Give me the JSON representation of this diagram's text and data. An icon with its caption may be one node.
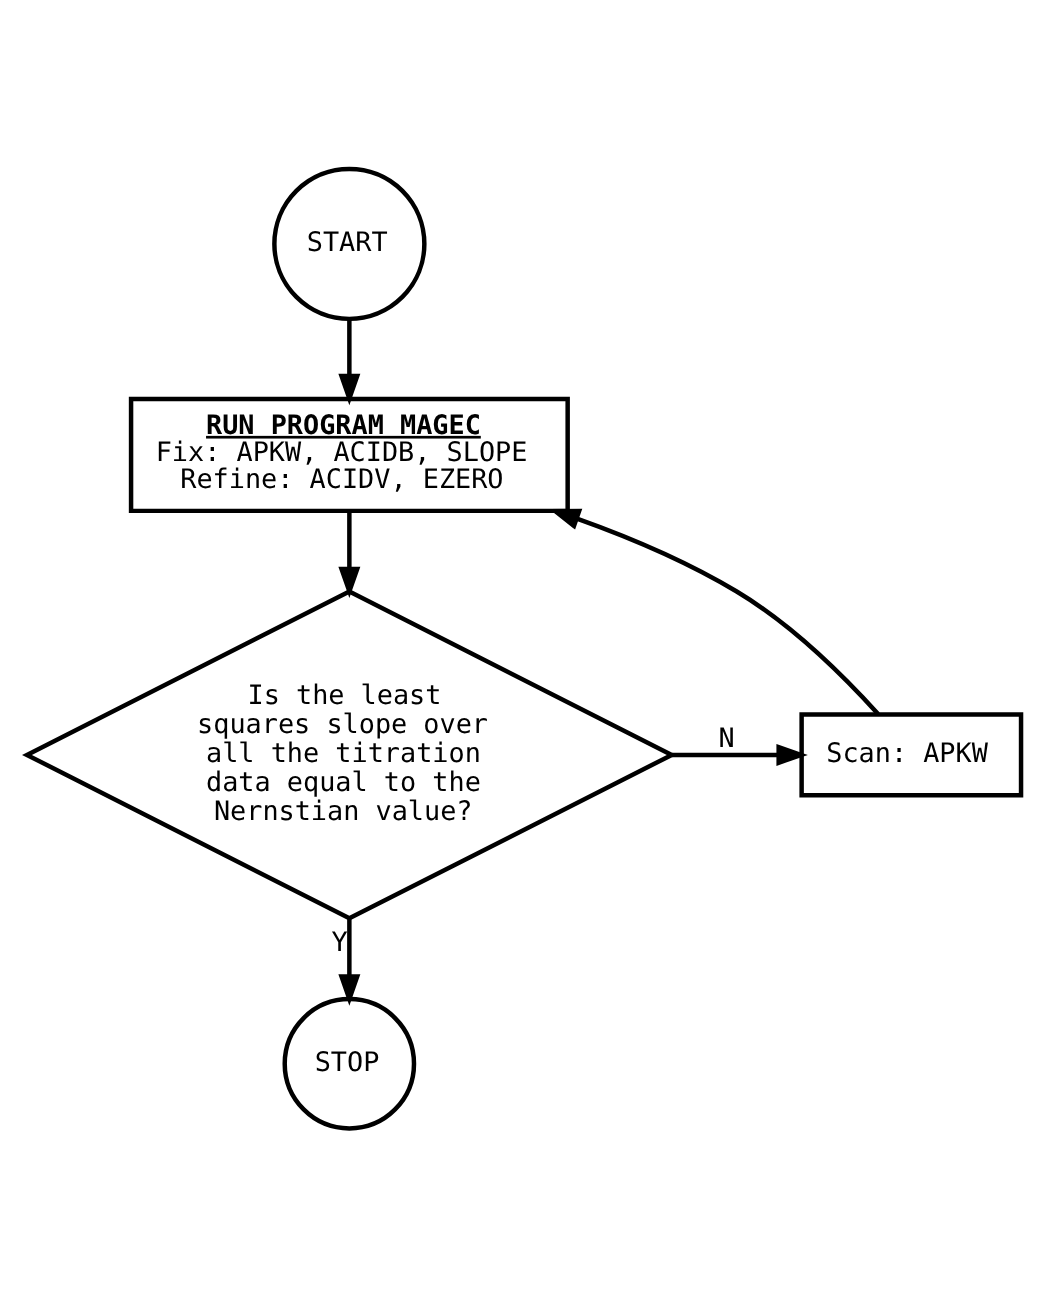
{
  "diagram": {
    "nodes": [
      {
        "text": [
          "START"
        ]
      },
      {
        "text": [
          "RUN PROGRAM MAGEC",
          "Fix: APKW, ACIDB, SLOPE",
          "Refine: ACIDV, EZERO"
        ]
      },
      {
        "text": [
          "Is the least squares slope over all the titration data equal to the Nernstian value?"
        ]
      },
      {
        "text": [
          "Scan: APKW"
        ]
      },
      {
        "text": [
          "STOP"
        ]
      }
    ],
    "edges": [
      {
        "from": 0,
        "to": 1,
        "arrow": "to"
      },
      {
        "from": 1,
        "to": 2,
        "arrow": "to"
      },
      {
        "from": 2,
        "to": 3,
        "arrow": "to",
        "label": "N"
      },
      {
        "from": 3,
        "to": 1,
        "arrow": "to"
      },
      {
        "from": 2,
        "to": 4,
        "arrow": "to",
        "label": "Y"
      }
    ]
  }
}
